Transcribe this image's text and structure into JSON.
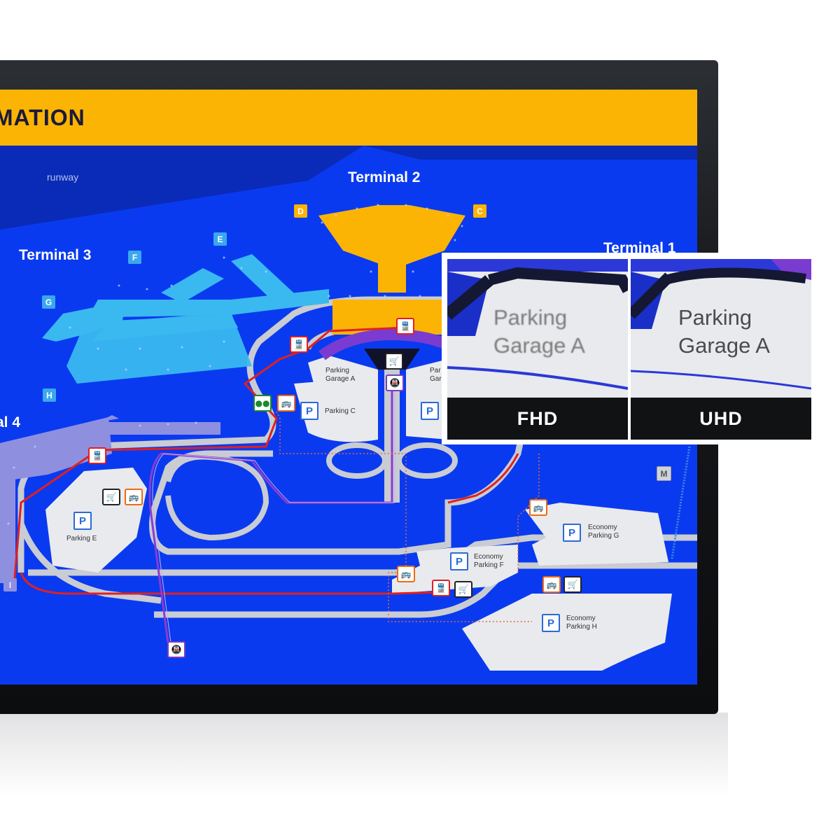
{
  "header": {
    "title": "OMATION"
  },
  "map": {
    "runway_label": "runway",
    "terminals": [
      "Terminal 2",
      "Terminal 3",
      "Terminal 1",
      "al 4"
    ],
    "gate_badges": [
      "D",
      "C",
      "E",
      "F",
      "G",
      "H",
      "I",
      "M"
    ],
    "parking": {
      "garage_a": "Parking Garage A",
      "garage_a_partial": "Par Gar",
      "parking_c": "Parking C",
      "parking_e": "Parking E",
      "economy_f": "Economy Parking F",
      "economy_g": "Economy Parking G",
      "economy_h": "Economy Parking H"
    },
    "p_symbol": "P"
  },
  "comparison": {
    "sample_text_line1": "Parking",
    "sample_text_line2": "Garage A",
    "fhd_label": "FHD",
    "uhd_label": "UHD"
  },
  "colors": {
    "screen_background": "#0a3af0",
    "header": "#fbb404",
    "terminal_3": "#3ab8f0",
    "terminal_2": "#fbb404",
    "terminal_4": "#8f8fe0",
    "road": "#c9ccd2",
    "red_line": "#e02020",
    "purple_line": "#8a3cd0"
  }
}
